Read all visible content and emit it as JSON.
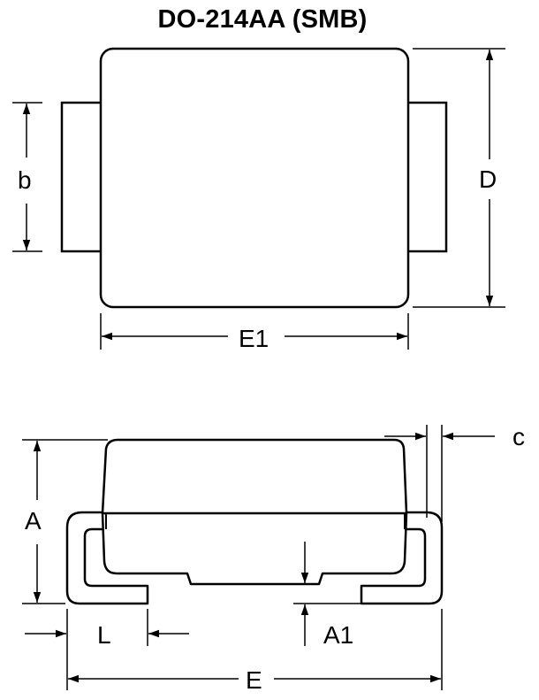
{
  "title": "DO-214AA (SMB)",
  "dimension_labels": {
    "b": "b",
    "D": "D",
    "E1": "E1",
    "A": "A",
    "c": "c",
    "L": "L",
    "A1": "A1",
    "E": "E"
  }
}
